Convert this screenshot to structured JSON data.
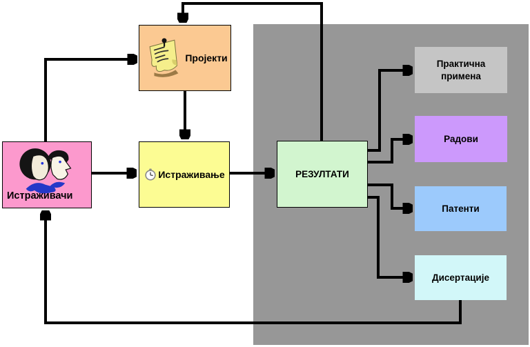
{
  "diagram": {
    "background_color": "#ffffff",
    "zone": {
      "name": "results-zone",
      "color": "#979797"
    },
    "edge_color": "#000000",
    "nodes": {
      "researchers": {
        "label": "Истраживачи",
        "color": "#fc99cd",
        "icon": "two-people-icon"
      },
      "projects": {
        "label": "Пројекти",
        "color": "#fbc992",
        "icon": "sticky-note-icon"
      },
      "research": {
        "label": "Истраживање",
        "color": "#fcfc93",
        "icon": "clock-icon"
      },
      "results": {
        "label": "РЕЗУЛТАТИ",
        "color": "#d2f5cf"
      },
      "practical": {
        "label": "Практична примена",
        "color": "#c5c5c5"
      },
      "papers": {
        "label": "Радови",
        "color": "#cc99fc"
      },
      "patents": {
        "label": "Патенти",
        "color": "#9ccafc"
      },
      "dissertations": {
        "label": "Дисертације",
        "color": "#d2f7f9"
      }
    },
    "edges": [
      "researchers-to-projects",
      "projects-to-research",
      "researchers-to-research",
      "research-to-results",
      "results-to-projects-feedback",
      "results-to-practical",
      "results-to-papers",
      "results-to-patents",
      "results-to-dissertations",
      "dissertations-to-researchers-feedback"
    ]
  }
}
